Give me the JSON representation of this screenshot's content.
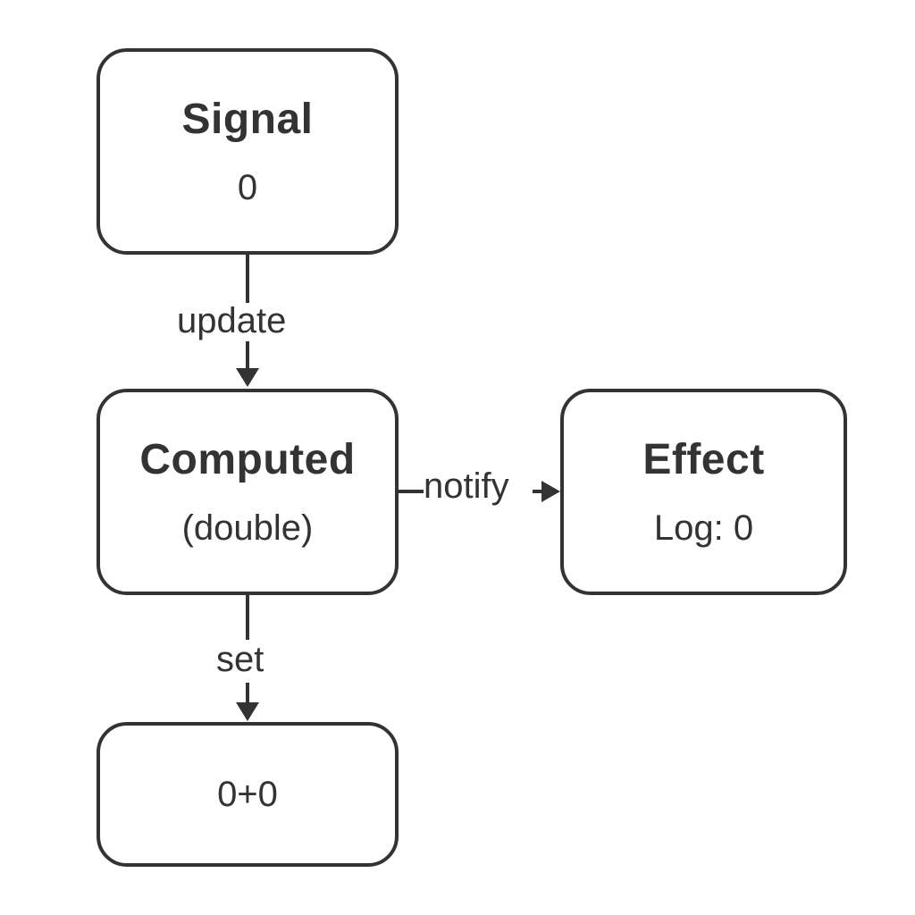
{
  "nodes": {
    "signal": {
      "title": "Signal",
      "value": "0"
    },
    "computed": {
      "title": "Computed",
      "value": "(double)"
    },
    "effect": {
      "title": "Effect",
      "value": "Log: 0"
    },
    "result": {
      "value": "0+0"
    }
  },
  "edges": {
    "update": "update",
    "notify": "notify",
    "set": "set"
  },
  "colors": {
    "stroke": "#333336",
    "background": "#ffffff"
  }
}
